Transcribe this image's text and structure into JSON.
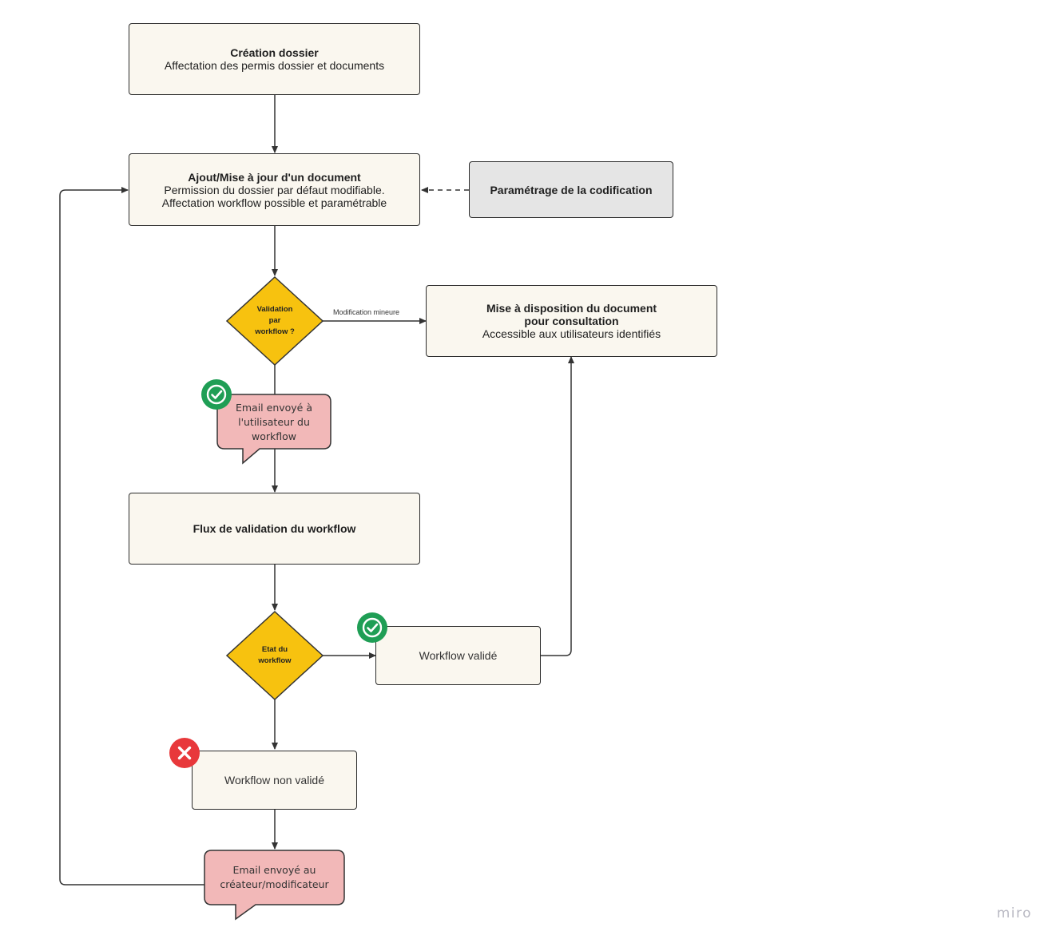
{
  "nodes": {
    "creation": {
      "title": "Création dossier",
      "subtitle": "Affectation des permis dossier et documents"
    },
    "ajout": {
      "title": "Ajout/Mise à jour d'un document",
      "subtitle_1": "Permission du dossier par défaut modifiable.",
      "subtitle_2": "Affectation workflow possible et paramétrable"
    },
    "parametrage": {
      "title": "Paramétrage de la codification"
    },
    "decision_validation": {
      "line_1": "Validation",
      "line_2": "par",
      "line_3": "workflow ?"
    },
    "mise_a_disposition": {
      "title_1": "Mise à disposition du document",
      "title_2": "pour consultation",
      "subtitle": "Accessible aux utilisateurs identifiés"
    },
    "email_utilisateur": {
      "line_1": "Email envoyé à",
      "line_2": "l'utilisateur du",
      "line_3": "workflow"
    },
    "flux": {
      "title": "Flux de validation du workflow"
    },
    "decision_etat": {
      "line_1": "Etat du",
      "line_2": "workflow"
    },
    "workflow_valide": {
      "label": "Workflow validé"
    },
    "workflow_non_valide": {
      "label": "Workflow non validé"
    },
    "email_createur": {
      "line_1": "Email envoyé au",
      "line_2": "créateur/modificateur"
    }
  },
  "edge_labels": {
    "modification_mineure": "Modification mineure"
  },
  "icons": {
    "success": "check-circle-icon",
    "failure": "x-circle-icon"
  },
  "brand": {
    "label": "miro"
  },
  "colors": {
    "node_fill": "#faf7ef",
    "decision_fill": "#f7c20f",
    "bubble_fill": "#f2b8b8",
    "grey_fill": "#e5e5e5",
    "success": "#1f9e55",
    "failure": "#e8383b"
  }
}
